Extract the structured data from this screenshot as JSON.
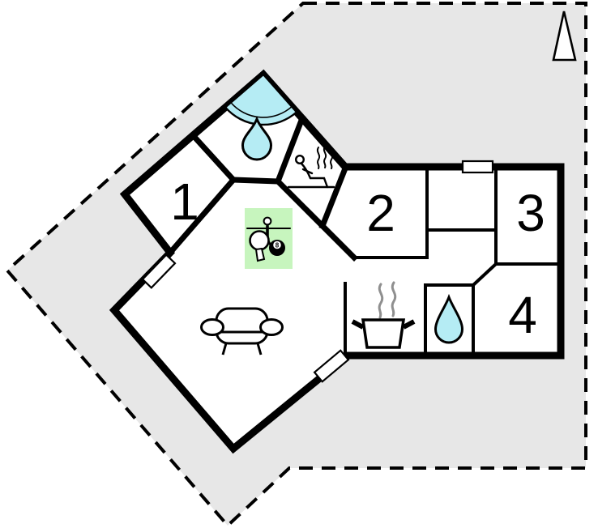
{
  "plan": {
    "rooms": [
      {
        "label": "1"
      },
      {
        "label": "2"
      },
      {
        "label": "3"
      },
      {
        "label": "4"
      }
    ],
    "ball_label": "8",
    "colors": {
      "water_accent": "#b5ecf4",
      "activity_accent": "#c7f5be",
      "lot_fill": "#e7e7e7",
      "wall": "#000000",
      "steam_gray": "#8f8f8f"
    },
    "icons": [
      "north-arrow-icon",
      "corner-shower-icon",
      "water-drop-icon",
      "sauna-person-icon",
      "foosball-player-icon",
      "table-tennis-paddle-icon",
      "billiard-8ball-icon",
      "sofa-icon",
      "cooking-pot-icon",
      "window-marker"
    ]
  }
}
